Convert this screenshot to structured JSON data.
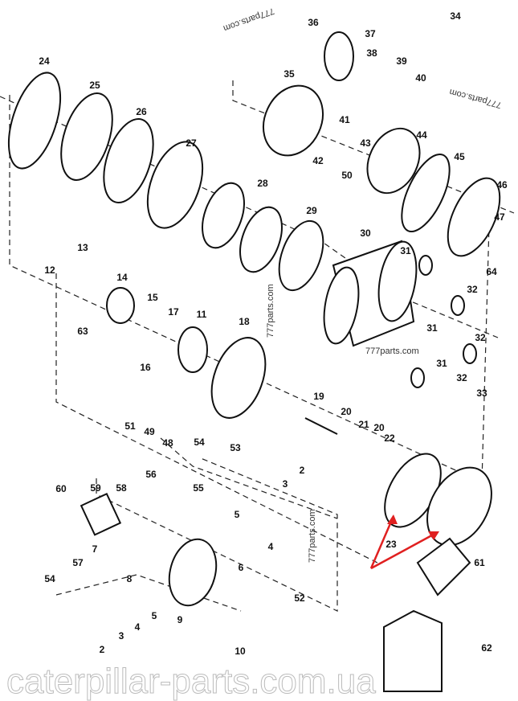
{
  "diagram": {
    "callouts": [
      "34",
      "36",
      "37",
      "38",
      "39",
      "40",
      "35",
      "41",
      "43",
      "44",
      "42",
      "50",
      "24",
      "25",
      "26",
      "27",
      "28",
      "29",
      "45",
      "46",
      "47",
      "64",
      "30",
      "31",
      "32",
      "31",
      "32",
      "31",
      "32",
      "33",
      "12",
      "13",
      "14",
      "15",
      "17",
      "11",
      "63",
      "18",
      "16",
      "19",
      "20",
      "21",
      "20",
      "22",
      "51",
      "49",
      "48",
      "54",
      "53",
      "56",
      "55",
      "2",
      "3",
      "60",
      "59",
      "58",
      "5",
      "4",
      "7",
      "57",
      "8",
      "6",
      "54",
      "52",
      "23",
      "61",
      "2",
      "3",
      "4",
      "5",
      "9",
      "10",
      "62"
    ],
    "watermarks": [
      "777parts.com",
      "777parts.com",
      "777parts.com",
      "777parts.com",
      "777parts.com"
    ],
    "site_watermark": "caterpillar-parts.com.ua",
    "arrow_color": "#e02020"
  }
}
